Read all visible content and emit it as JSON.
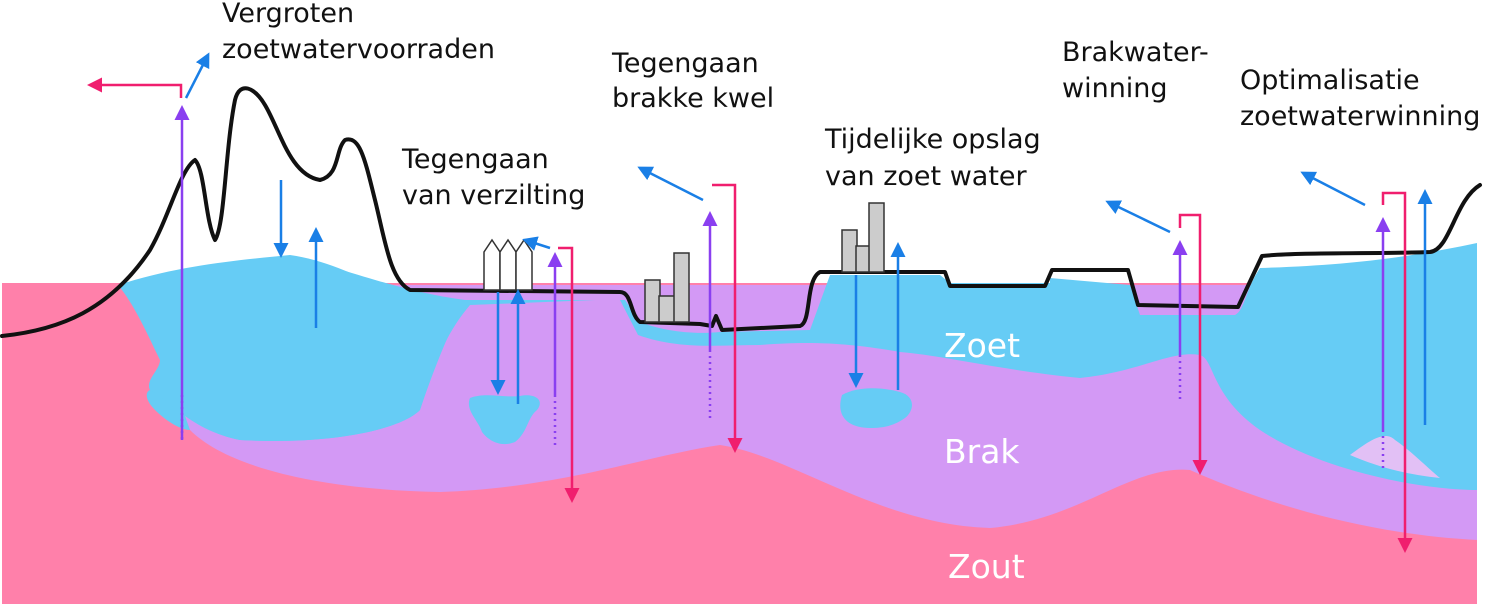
{
  "labels": {
    "vergroten_line1": "Vergroten",
    "vergroten_line2": "zoetwatervoorraden",
    "brakke_kwel_line1": "Tegengaan",
    "brakke_kwel_line2": "brakke kwel",
    "verzilting_line1": "Tegengaan",
    "verzilting_line2": "van verzilting",
    "opslag_line1": "Tijdelijke opslag",
    "opslag_line2": "van zoet water",
    "brakwater_line1": "Brakwater-",
    "brakwater_line2": "winning",
    "optimalisatie_line1": "Optimalisatie",
    "optimalisatie_line2": "zoetwaterwinning"
  },
  "zones": {
    "fresh": "Zoet",
    "brackish": "Brak",
    "saline": "Zout"
  },
  "colors": {
    "fresh": "#66ccf5",
    "brackish": "#d399f5",
    "saline": "#ff80aa",
    "fresh_arrow": "#1a7fe6",
    "brackish_arrow": "#8a3ff0",
    "saline_arrow": "#f01e6e",
    "surface": "#111111"
  }
}
